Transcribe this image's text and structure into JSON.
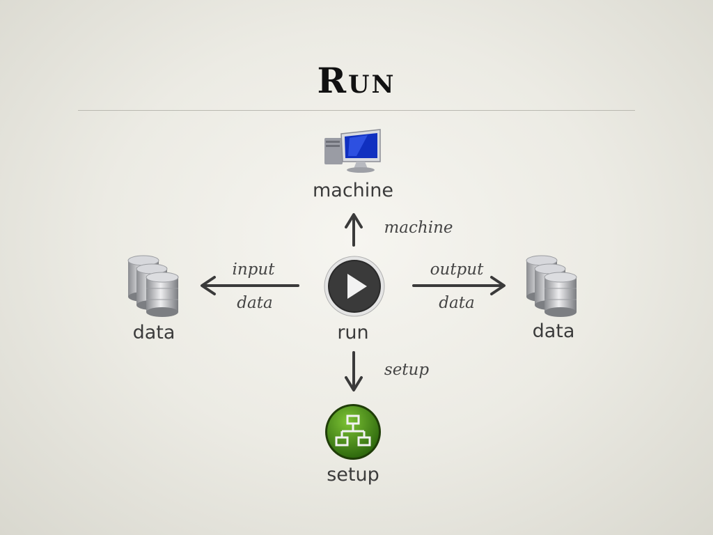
{
  "title": "Run",
  "nodes": {
    "machine": {
      "label": "machine",
      "icon": "computer-monitor-icon"
    },
    "run": {
      "label": "run",
      "icon": "play-button-icon"
    },
    "input": {
      "label": "data",
      "icon": "database-icon"
    },
    "output": {
      "label": "data",
      "icon": "database-icon"
    },
    "setup": {
      "label": "setup",
      "icon": "network-hierarchy-icon"
    }
  },
  "edges": {
    "machine": {
      "label": "machine"
    },
    "input_line1": "input",
    "input_line2": "data",
    "output_line1": "output",
    "output_line2": "data",
    "setup": {
      "label": "setup"
    }
  },
  "colors": {
    "play": "#2a2a2a",
    "setup_green": "#4a8a1a",
    "screen_blue": "#1030c0"
  }
}
